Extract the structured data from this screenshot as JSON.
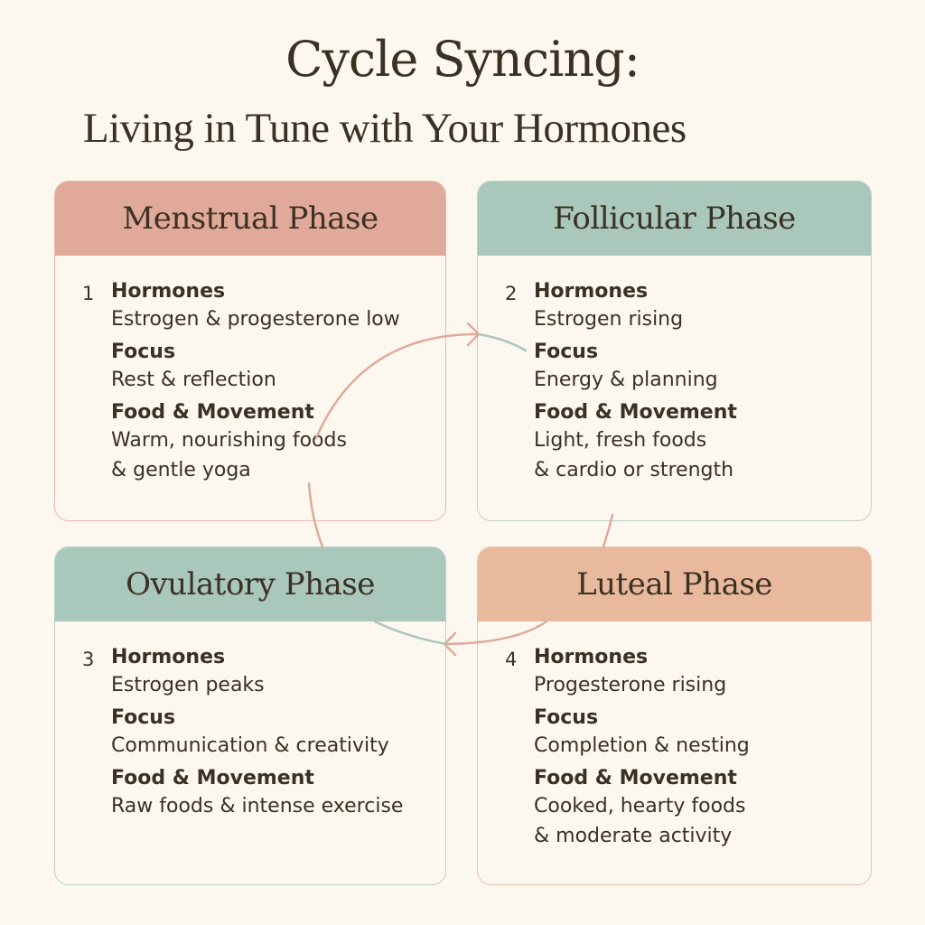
{
  "header": {
    "title": "Cycle Syncing:",
    "subtitle": "Living in Tune with Your Hormones"
  },
  "colors": {
    "background": "#fdf8ef",
    "menstrual": "#e0a99a",
    "follicular": "#a9c7bb",
    "ovulatory": "#a9c7bb",
    "luteal": "#e8b99c",
    "text": "#3b3024"
  },
  "labels": {
    "hormones": "Hormones",
    "focus": "Focus",
    "food": "Food & Movement"
  },
  "phases": [
    {
      "number": "1",
      "name": "Menstrual Phase",
      "hormones": "Estrogen & progesterone low",
      "focus": "Rest & reflection",
      "food": "Warm, nourishing  foods\n& gentle yoga"
    },
    {
      "number": "2",
      "name": "Follicular Phase",
      "hormones": "Estrogen rising",
      "focus": "Energy & planning",
      "food": "Light, fresh foods\n& cardio or strength"
    },
    {
      "number": "3",
      "name": "Ovulatory Phase",
      "hormones": "Estrogen peaks",
      "focus": "Communication & creativity",
      "food": "Raw foods & intense exercise"
    },
    {
      "number": "4",
      "name": "Luteal Phase",
      "hormones": "Progesterone rising",
      "focus": "Completion & nesting",
      "food": "Cooked, hearty foods\n& moderate activity"
    }
  ]
}
